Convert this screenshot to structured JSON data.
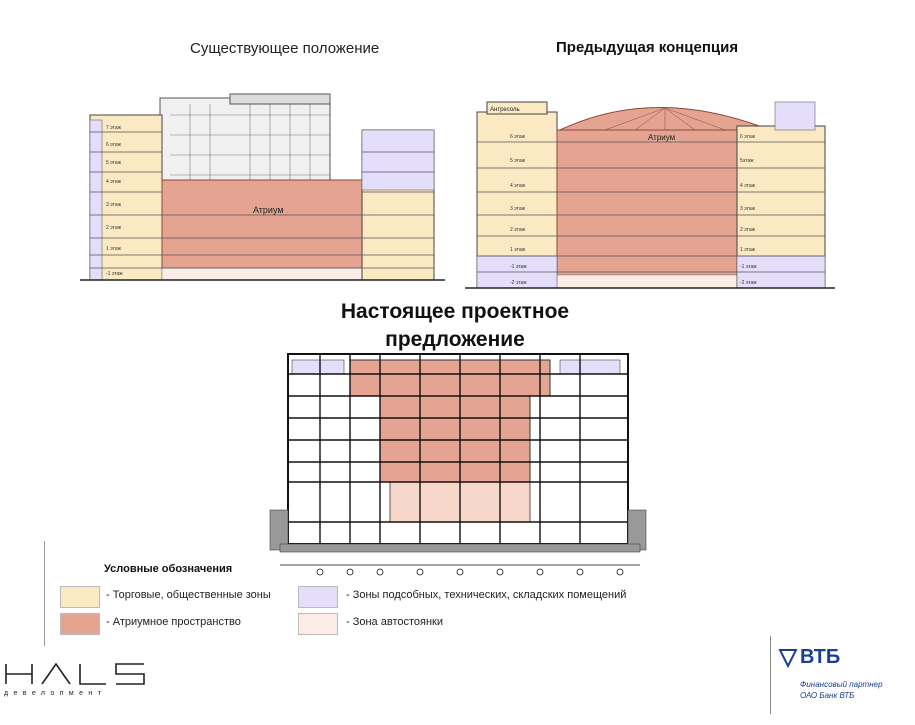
{
  "titles": {
    "existing": "Существующее положение",
    "previous": "Предыдущая  концепция",
    "current_line1": "Настоящее  проектное",
    "current_line2": "предложение"
  },
  "existing_section": {
    "atrium_label": "Атриум",
    "floor_labels": [
      "7 этаж",
      "6 этаж",
      "5 этаж",
      "4 этаж",
      "3 этаж",
      "2 этаж",
      "1 этаж",
      "-1 этаж"
    ]
  },
  "previous_section": {
    "atrium_label": "Атриум",
    "mezzanine_label": "Антресоль",
    "left_floor_labels": [
      "6 этаж",
      "5 этаж",
      "4 этаж",
      "3 этаж",
      "2 этаж",
      "1 этаж",
      "-1 этаж",
      "-2 этаж"
    ],
    "right_floor_labels": [
      "6 этаж",
      "5этаж",
      "4 этаж",
      "3 этаж",
      "2 этаж",
      "1 этаж",
      "-1 этаж",
      "-2 этаж"
    ]
  },
  "legend": {
    "title": "Условные обозначения",
    "items": [
      {
        "label": "- Торговые, общественные зоны",
        "color": "#fbe9c4"
      },
      {
        "label": "- Зоны подсобных, технических, складских помещений",
        "color": "#e4defa"
      },
      {
        "label": "- Атриумное пространство",
        "color": "#e5a391"
      },
      {
        "label": "- Зона автостоянки",
        "color": "#fbece6"
      }
    ]
  },
  "logos": {
    "hals_subtitle": "девелопмент",
    "vtb_name": "ВТБ",
    "vtb_line1": "Финансовый партнер",
    "vtb_line2": "ОАО Банк ВТБ"
  },
  "colors": {
    "retail": "#fbe9c4",
    "service": "#e4defa",
    "atrium": "#e5a391",
    "parking": "#fbece6",
    "vtb_blue": "#1c3f8f"
  }
}
